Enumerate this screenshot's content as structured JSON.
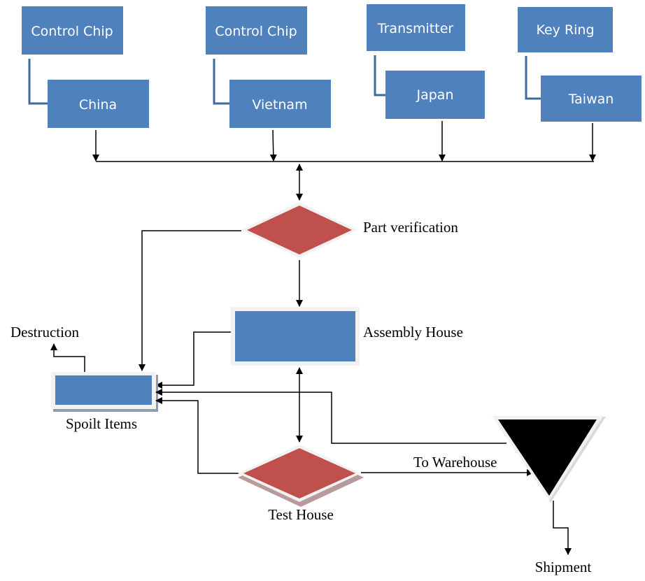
{
  "suppliers": [
    {
      "part": "Control Chip",
      "country": "China"
    },
    {
      "part": "Control Chip",
      "country": "Vietnam"
    },
    {
      "part": "Transmitter",
      "country": "Japan"
    },
    {
      "part": "Key Ring",
      "country": "Taiwan"
    }
  ],
  "nodes": {
    "part_verification": "Part verification",
    "assembly_house": "Assembly House",
    "spoilt_items": "Spoilt Items",
    "destruction": "Destruction",
    "test_house": "Test House",
    "to_warehouse": "To Warehouse",
    "shipment": "Shipment"
  },
  "colors": {
    "box": "#4f81bd",
    "decision": "#c0504d",
    "warehouse": "#000000"
  }
}
